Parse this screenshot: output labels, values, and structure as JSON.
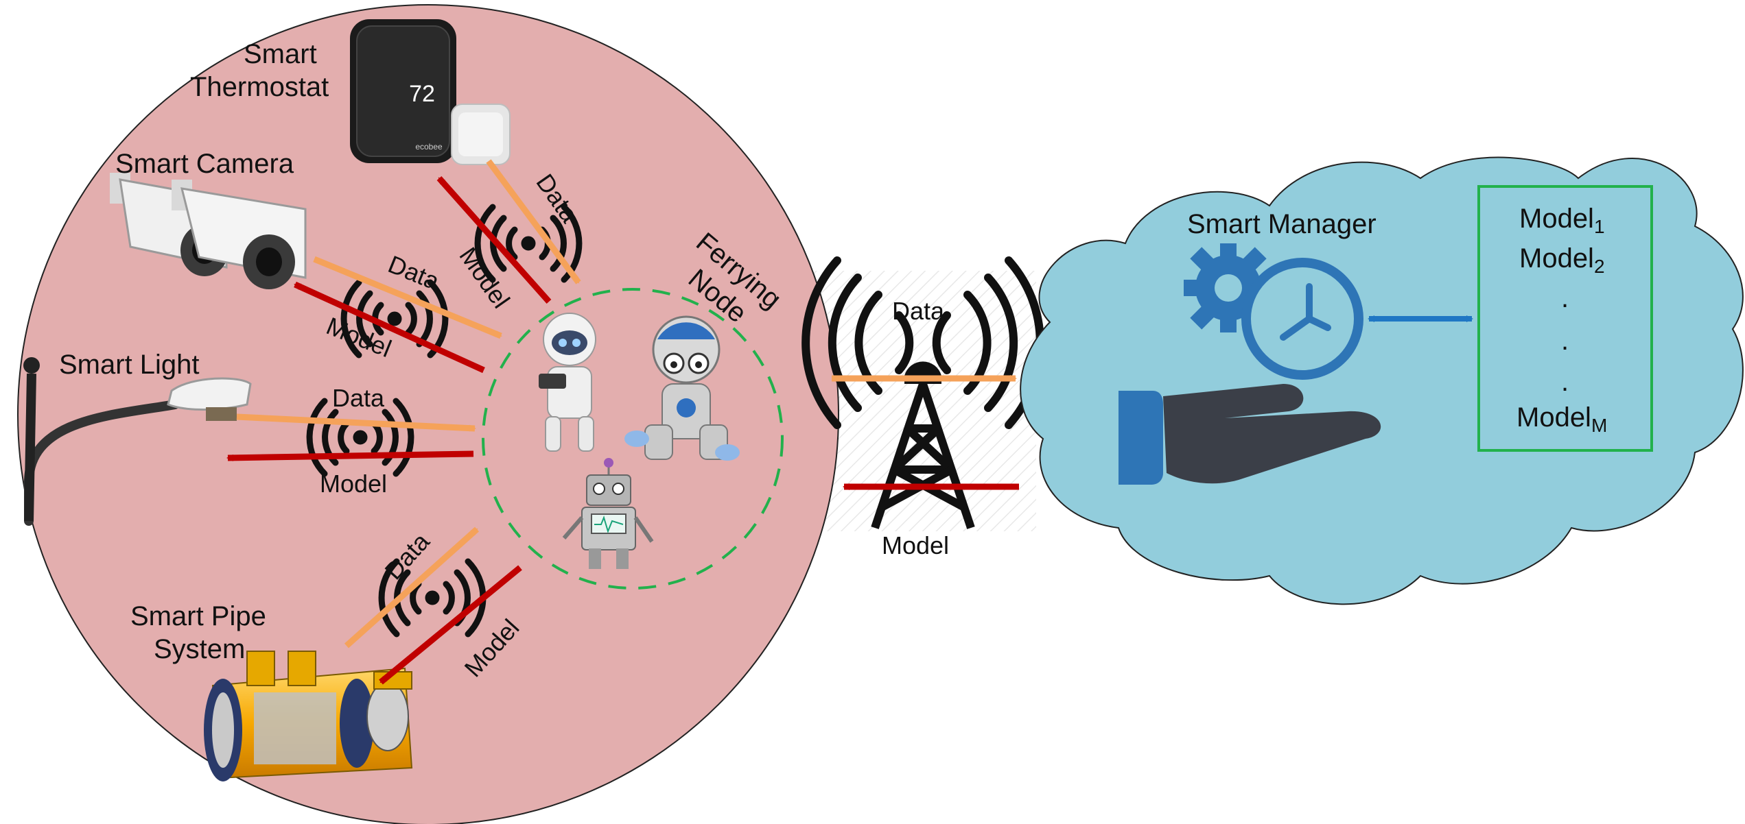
{
  "devices": {
    "thermostat": {
      "line1": "Smart",
      "line2": "Thermostat",
      "display": "72",
      "brand": "ecobee"
    },
    "camera": {
      "label": "Smart Camera"
    },
    "light": {
      "label": "Smart Light"
    },
    "pipe": {
      "line1": "Smart Pipe",
      "line2": "System"
    }
  },
  "ferrying": {
    "line1": "Ferrying",
    "line2": "Node"
  },
  "links": {
    "thermostat": {
      "data": "Data",
      "model": "Model"
    },
    "camera": {
      "data": "Data",
      "model": "Model"
    },
    "light": {
      "data": "Data",
      "model": "Model"
    },
    "pipe": {
      "data": "Data",
      "model": "Model"
    }
  },
  "tower": {
    "data": "Data",
    "model": "Model"
  },
  "cloud": {
    "manager_label": "Smart Manager",
    "models": {
      "first": "Model",
      "first_sub": "1",
      "second": "Model",
      "second_sub": "2",
      "dot": ".",
      "last": "Model",
      "last_sub": "M"
    }
  },
  "colors": {
    "region_fill": "#e3aeae",
    "data_arrow": "#f5a25a",
    "model_arrow": "#c00000",
    "cloud_fill": "#92cddc",
    "manager_icon": "#2e75b6",
    "hand": "#3b3f48",
    "model_box_border": "#22b14c",
    "ferry_ring": "#22b14c"
  }
}
